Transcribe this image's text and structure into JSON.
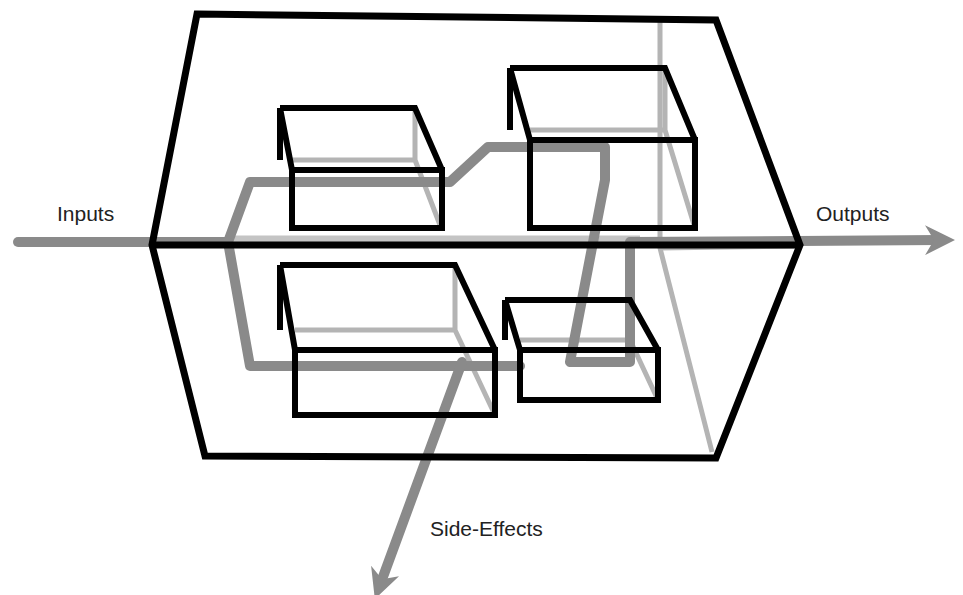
{
  "diagram": {
    "labels": [
      "Inputs",
      "Outputs",
      "Side-Effects"
    ]
  }
}
